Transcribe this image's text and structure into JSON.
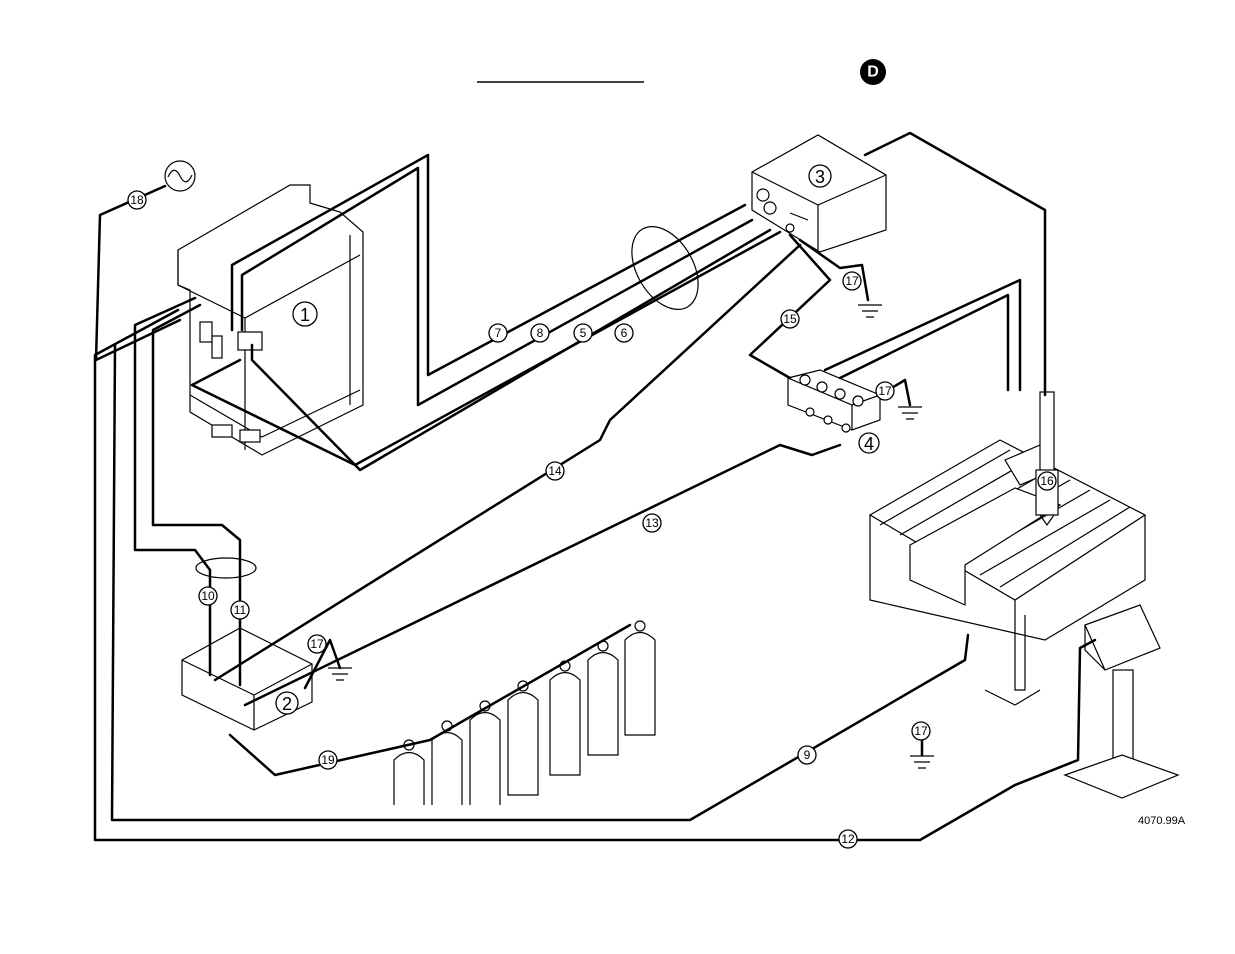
{
  "badge": {
    "label": "D"
  },
  "callouts": {
    "c1": "1",
    "c2": "2",
    "c3": "3",
    "c4": "4",
    "c5": "5",
    "c6": "6",
    "c7": "7",
    "c8": "8",
    "c9": "9",
    "c10": "10",
    "c11": "11",
    "c12": "12",
    "c13": "13",
    "c14": "14",
    "c15": "15",
    "c16": "16",
    "c17": "17",
    "c18": "18",
    "c19": "19"
  },
  "figure_number": "4070.99A",
  "icons": [
    "ac-power-icon",
    "ground-icon",
    "gas-cylinder-icon",
    "torch-icon"
  ]
}
